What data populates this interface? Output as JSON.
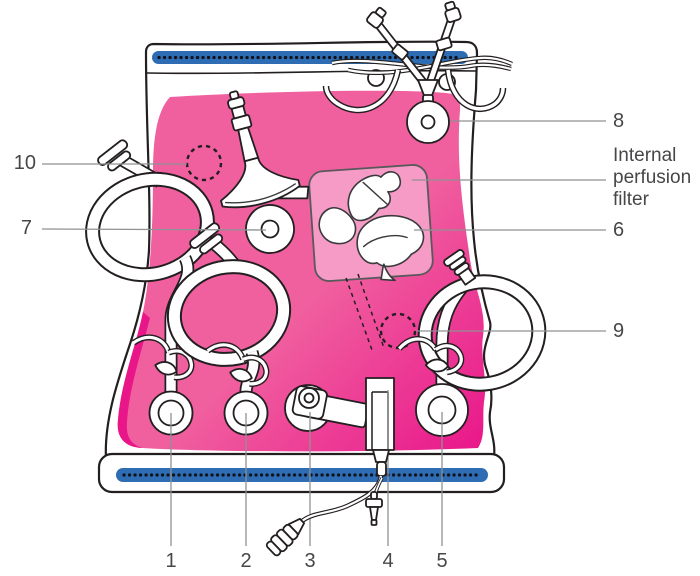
{
  "labels": {
    "n1": "1",
    "n2": "2",
    "n3": "3",
    "n4": "4",
    "n5": "5",
    "n6": "6",
    "n7": "7",
    "n8": "8",
    "n9": "9",
    "n10": "10",
    "filter": "Internal perfusion filter"
  },
  "colors": {
    "liquid": "#F0609F",
    "liquid_dark": "#E9168A",
    "filter_fill": "#F59BC6",
    "seal_blue": "#2E6DB4",
    "outline": "#231F20",
    "leader": "#8F9193",
    "text": "#474749"
  }
}
